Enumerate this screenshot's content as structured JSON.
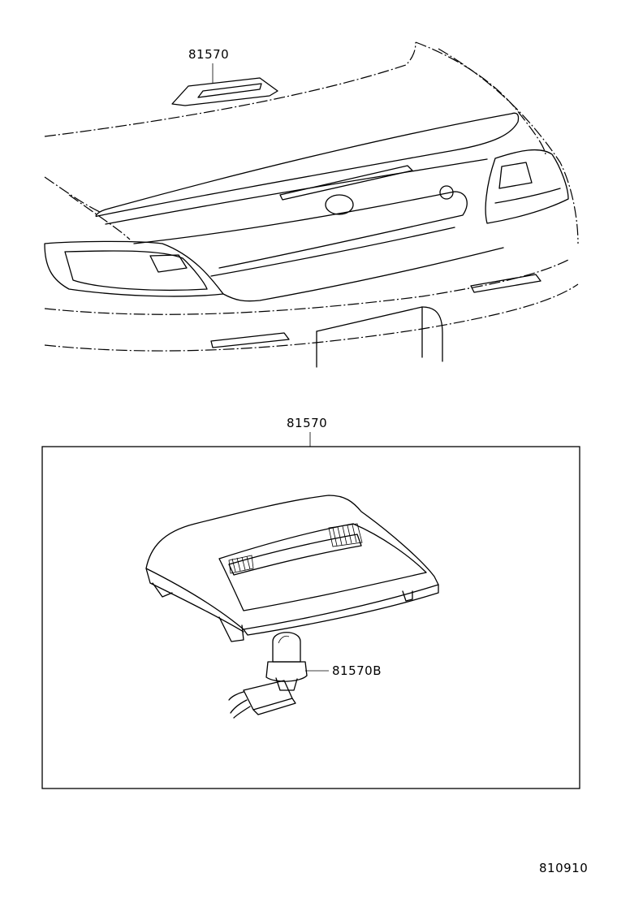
{
  "labels": {
    "top_part": "81570",
    "box_part": "81570",
    "bulb_part": "81570B",
    "drawing_number": "810910"
  },
  "colors": {
    "line": "#000000",
    "background": "#ffffff"
  }
}
